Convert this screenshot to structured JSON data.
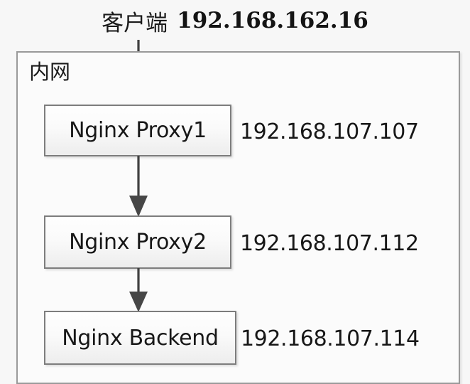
{
  "header": {
    "client_label": "客户端",
    "client_ip": "192.168.162.16"
  },
  "zone": {
    "label": "内网"
  },
  "nodes": [
    {
      "name": "Nginx Proxy1",
      "ip": "192.168.107.107"
    },
    {
      "name": "Nginx Proxy2",
      "ip": "192.168.107.112"
    },
    {
      "name": "Nginx Backend",
      "ip": "192.168.107.114"
    }
  ],
  "arrows": [
    {
      "from": "client",
      "to": "Nginx Proxy1"
    },
    {
      "from": "Nginx Proxy1",
      "to": "Nginx Proxy2"
    },
    {
      "from": "Nginx Proxy2",
      "to": "Nginx Backend"
    }
  ],
  "colors": {
    "background": "#f7f7f7",
    "zone_border": "#9a9a9a",
    "node_border": "#7d7d7d",
    "arrow": "#404040",
    "text": "#171717"
  }
}
